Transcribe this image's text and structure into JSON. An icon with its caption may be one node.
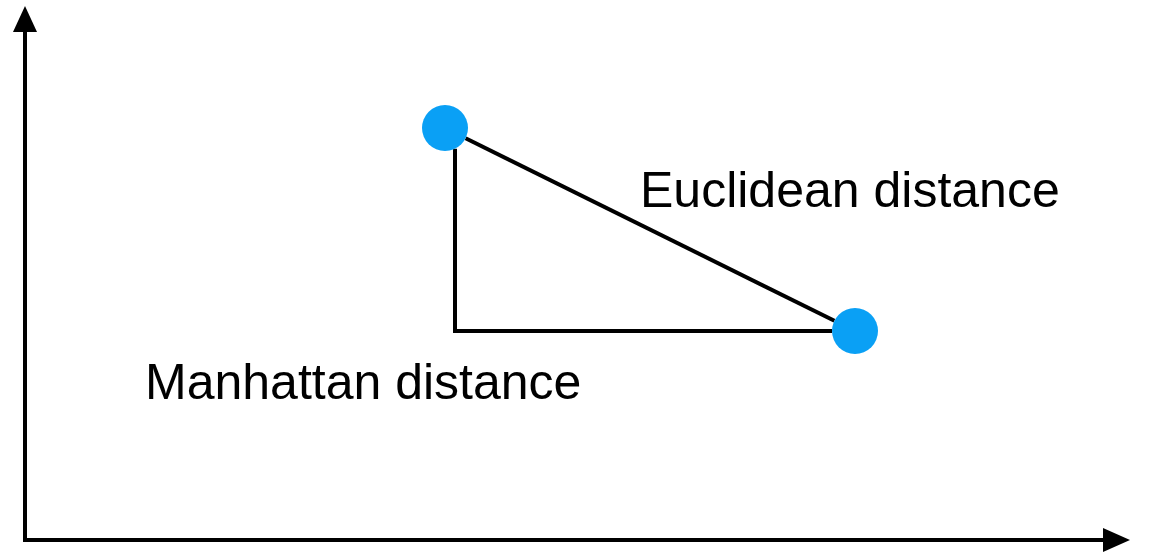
{
  "diagram": {
    "nodes": [
      {
        "text": [],
        "shape": "circle"
      },
      {
        "text": [],
        "shape": "circle"
      }
    ],
    "edges": [
      {
        "from": 0,
        "to": 1,
        "arrow": "none",
        "label": "Euclidean distance"
      },
      {
        "from": 0,
        "to": 1,
        "arrow": "none",
        "label": "Manhattan distance"
      }
    ]
  }
}
